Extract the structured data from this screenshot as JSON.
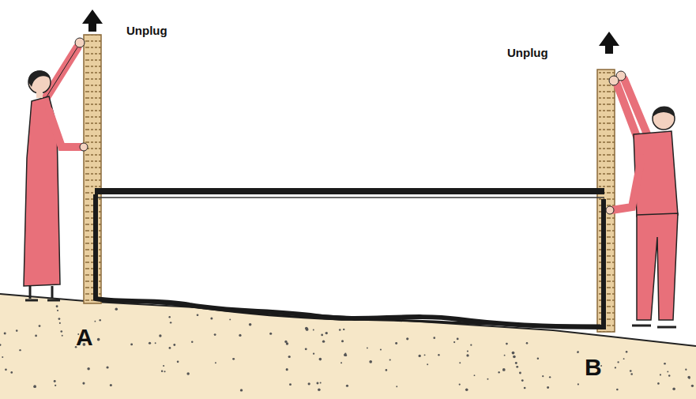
{
  "diagram": {
    "labels": [
      "Unplug",
      "Unplug",
      "A",
      "B"
    ]
  }
}
